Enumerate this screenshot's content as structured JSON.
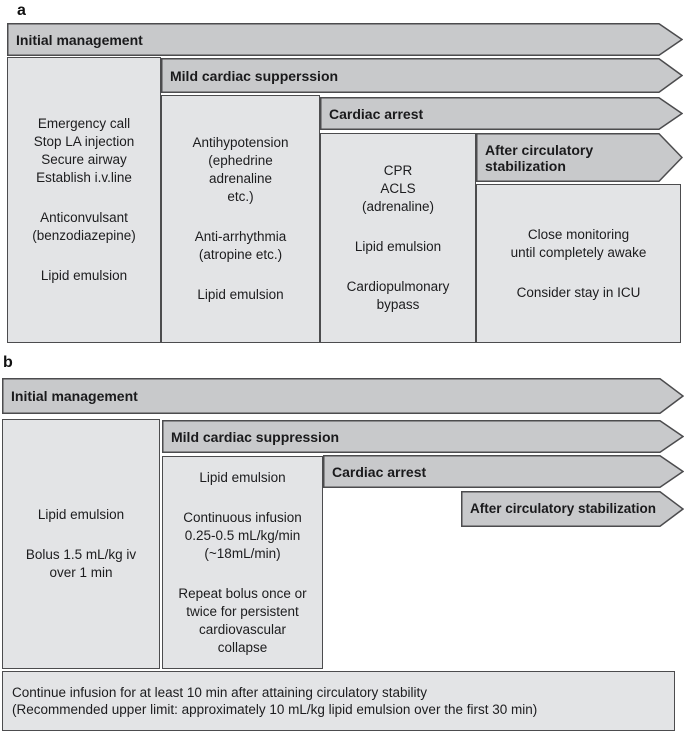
{
  "figure": {
    "description": "Two-panel flow diagram of staged management with lipid emulsion therapy"
  },
  "colors": {
    "banner_fill": "#c8c9cb",
    "box_fill": "#e3e4e6",
    "border": "#4c4c4e",
    "text": "#1a1a1c",
    "background": "#ffffff"
  },
  "panel_a": {
    "label": "a",
    "banner_initial": "Initial management",
    "banner_mild": "Mild cardiac supperssion",
    "banner_arrest": "Cardiac arrest",
    "banner_after": "After circulatory stabilization",
    "box_initial_lines": [
      "Emergency call",
      "Stop LA injection",
      "Secure airway",
      "Establish i.v.line",
      "",
      "Anticonvulsant",
      "(benzodiazepine)",
      "",
      "Lipid emulsion"
    ],
    "box_mild_lines": [
      "Antihypotension",
      "(ephedrine",
      "adrenaline",
      "etc.)",
      "",
      "Anti-arrhythmia",
      "(atropine etc.)",
      "",
      "Lipid emulsion"
    ],
    "box_arrest_lines": [
      "CPR",
      "ACLS",
      "(adrenaline)",
      "",
      "Lipid emulsion",
      "",
      "Cardiopulmonary",
      "bypass"
    ],
    "box_after_lines": [
      "Close monitoring",
      "until completely awake",
      "",
      "Consider stay in ICU"
    ]
  },
  "panel_b": {
    "label": "b",
    "banner_initial": "Initial management",
    "banner_mild": "Mild cardiac suppression",
    "banner_arrest": "Cardiac arrest",
    "banner_after": "After circulatory stabilization",
    "box_initial_lines": [
      "Lipid emulsion",
      "",
      "Bolus 1.5 mL/kg iv",
      "over 1 min"
    ],
    "box_mild_lines": [
      "Lipid emulsion",
      "",
      "Continuous infusion",
      "0.25-0.5 mL/kg/min",
      "(~18mL/min)",
      "",
      "Repeat bolus once or",
      "twice for persistent",
      "cardiovascular",
      "collapse"
    ],
    "footer_lines": [
      "Continue infusion for at least 10 min after attaining circulatory stability",
      "(Recommended upper limit: approximately 10 mL/kg lipid emulsion over the first 30 min)"
    ]
  }
}
